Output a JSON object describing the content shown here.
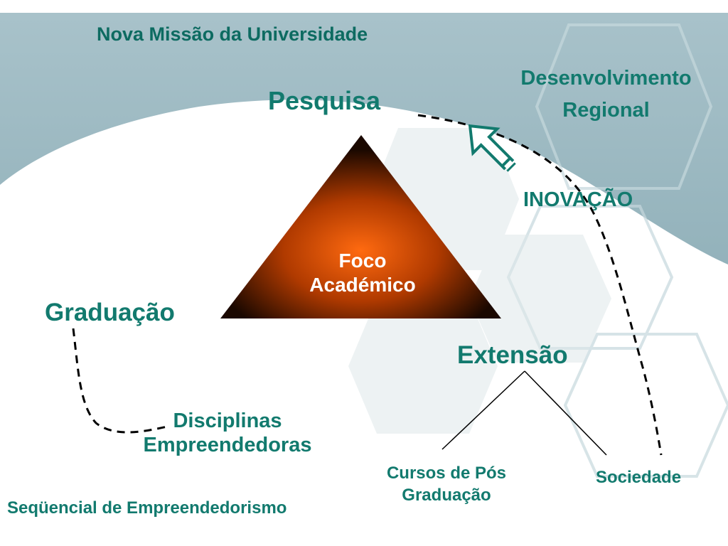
{
  "title": "Nova Missão da Universidade",
  "nodes": {
    "pesquisa": "Pesquisa",
    "desenvolvimento_line1": "Desenvolvimento",
    "desenvolvimento_line2": "Regional",
    "inovacao": "INOVAÇÃO",
    "graduacao": "Graduação",
    "extensao": "Extensão",
    "disciplinas_line1": "Disciplinas",
    "disciplinas_line2": "Empreendedoras",
    "cursos_line1": "Cursos de Pós",
    "cursos_line2": "Graduação",
    "sociedade": "Sociedade",
    "sequencial": "Seqüencial de Empreendedorismo",
    "foco_line1": "Foco",
    "foco_line2": "Académico"
  },
  "colors": {
    "accent": "#127a6e",
    "background_band": "#9fbcc4",
    "triangle_center": "#ff6a10",
    "triangle_edge": "#1a0800"
  }
}
